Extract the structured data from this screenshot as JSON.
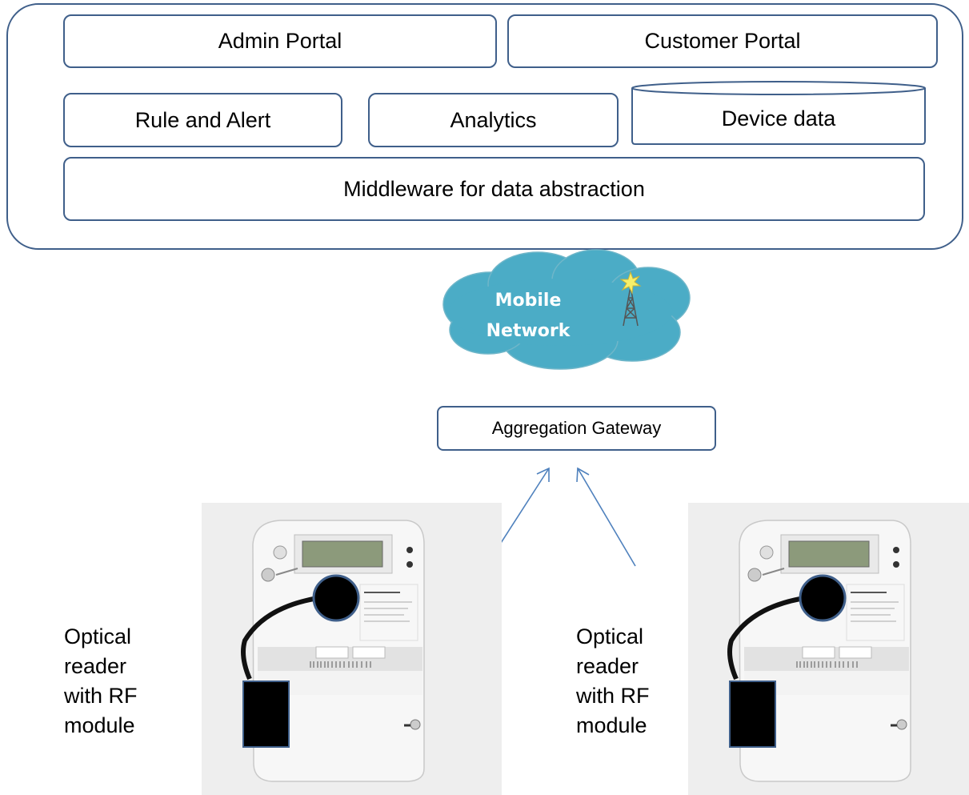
{
  "platform": {
    "admin_portal": "Admin Portal",
    "customer_portal": "Customer Portal",
    "rule_and_alert": "Rule and Alert",
    "analytics": "Analytics",
    "device_data": "Device data",
    "middleware": "Middleware for data abstraction"
  },
  "network": {
    "line1": "Mobile",
    "line2": "Network"
  },
  "gateway": {
    "label": "Aggregation Gateway"
  },
  "readers": [
    {
      "line1": "Optical",
      "line2": "reader",
      "line3": "with RF",
      "line4": "module"
    },
    {
      "line1": "Optical",
      "line2": "reader",
      "line3": "with RF",
      "line4": "module"
    }
  ],
  "colors": {
    "border": "#3f5f8a",
    "cloud": "#4bacc6",
    "arrow": "#4f81bd",
    "meter_body": "#ececec"
  }
}
